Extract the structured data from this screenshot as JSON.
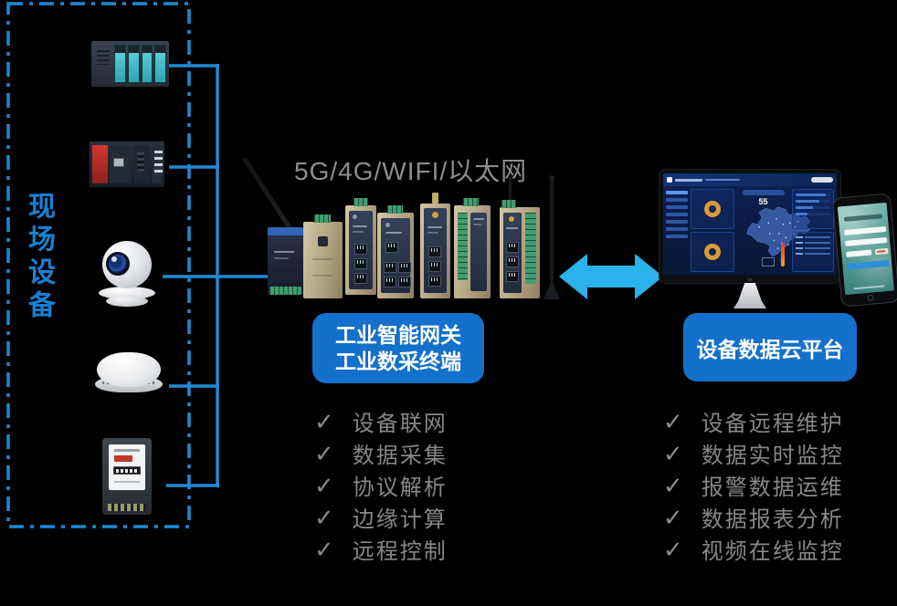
{
  "diagram": {
    "check_glyph": "✓",
    "field_panel": {
      "label": "现场设备",
      "devices": [
        "plc-rack-teal",
        "plc-rack-red",
        "webcam",
        "smoke-detector",
        "electric-meter"
      ]
    },
    "gateway_section": {
      "connectivity_label": "5G/4G/WIFI/以太网",
      "label_line1": "工业智能网关",
      "label_line2": "工业数采终端",
      "features": [
        "设备联网",
        "数据采集",
        "协议解析",
        "边缘计算",
        "远程控制"
      ]
    },
    "cloud_section": {
      "label": "设备数据云平台",
      "features": [
        "设备远程维护",
        "数据实时监控",
        "报警数据运维",
        "数据报表分析",
        "视频在线监控"
      ],
      "dashboard_stat": "55"
    },
    "colors": {
      "accent_blue": "#1d8ad3",
      "arrow_cyan": "#2bb2ea",
      "box_blue": "#1470ca",
      "text_gray": "#8a8a8a"
    }
  }
}
